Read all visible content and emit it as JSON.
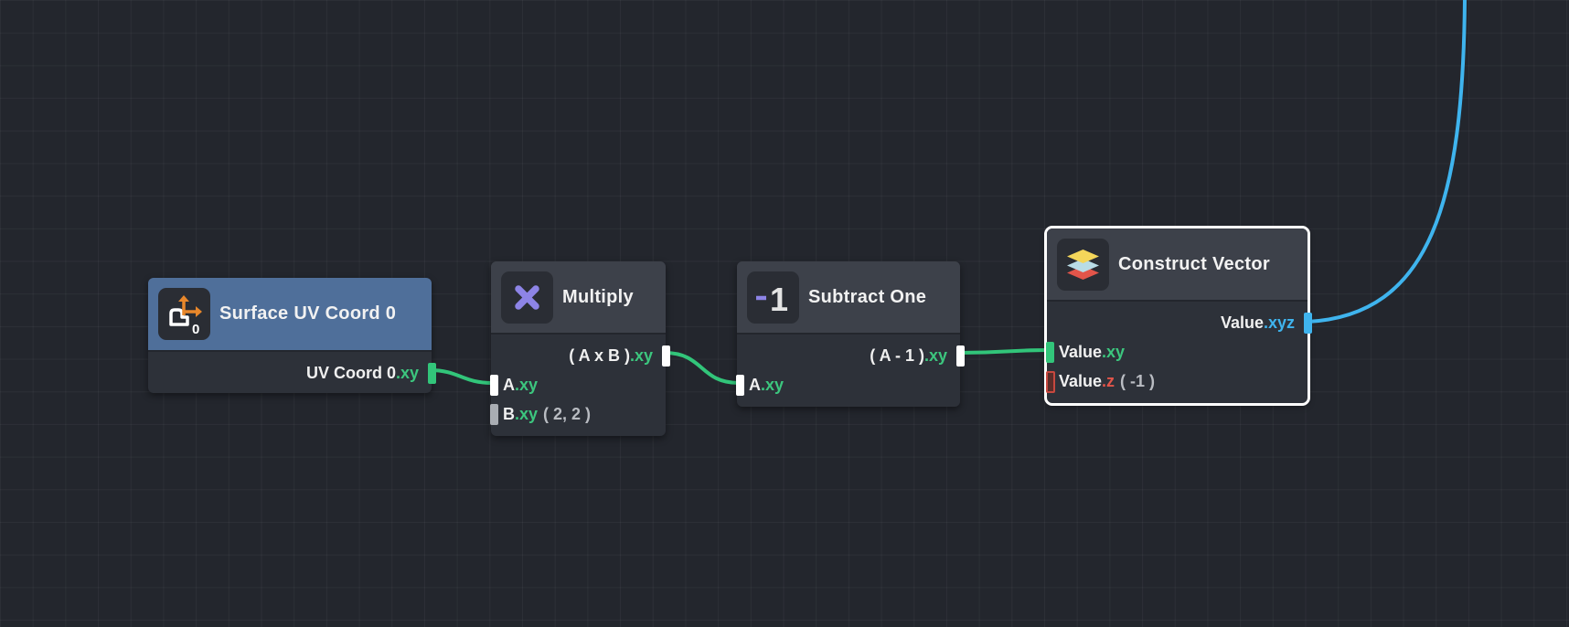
{
  "graph": {
    "colors": {
      "background": "#23262d",
      "node_body": "#2d3139",
      "node_header": "#3d414a",
      "node_header_blue": "#4f6f9a",
      "vec2": "#3cc67e",
      "vec3": "#3fb4ee",
      "float": "#e2554a",
      "selection": "#ffffff"
    },
    "nodes": {
      "uv": {
        "title": "Surface UV Coord 0",
        "icon": "uv-coord-icon",
        "icon_index": "0",
        "outputs": [
          {
            "label": "UV Coord 0",
            "swizzle": ".xy"
          }
        ]
      },
      "multiply": {
        "title": "Multiply",
        "icon": "multiply-icon",
        "outputs": [
          {
            "label": "( A x B )",
            "swizzle": ".xy"
          }
        ],
        "inputs": [
          {
            "label": "A",
            "swizzle": ".xy",
            "default": ""
          },
          {
            "label": "B",
            "swizzle": ".xy",
            "default": "( 2, 2 )"
          }
        ]
      },
      "subtract": {
        "title": "Subtract One",
        "icon": "minus-one-icon",
        "icon_text": "-1",
        "outputs": [
          {
            "label": "( A - 1 )",
            "swizzle": ".xy"
          }
        ],
        "inputs": [
          {
            "label": "A",
            "swizzle": ".xy",
            "default": ""
          }
        ]
      },
      "construct": {
        "title": "Construct Vector",
        "icon": "layers-icon",
        "selected": true,
        "outputs": [
          {
            "label": "Value",
            "swizzle": ".xyz"
          }
        ],
        "inputs": [
          {
            "label": "Value",
            "swizzle": ".xy",
            "default": ""
          },
          {
            "label": "Value",
            "swizzle": ".z",
            "default": "( -1 )"
          }
        ]
      }
    }
  }
}
